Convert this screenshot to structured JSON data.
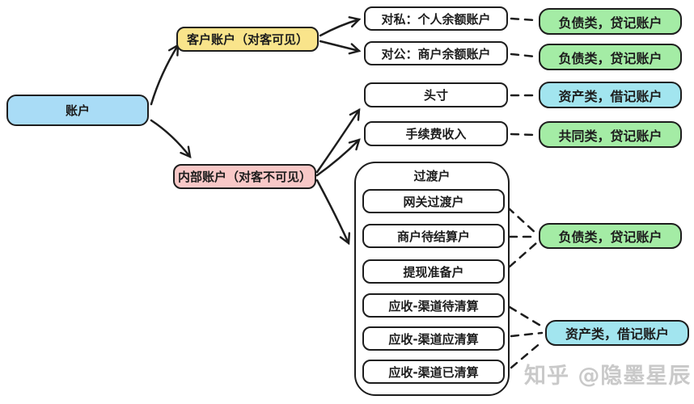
{
  "nodes": {
    "account": "账户",
    "customer_account": "客户账户（对客可见）",
    "internal_account": "内部账户（对客不可见）",
    "personal_balance": "对私：个人余额账户",
    "merchant_balance": "对公：商户余额账户",
    "position": "头寸",
    "fee_income": "手续费收入",
    "transition_group": "过渡户",
    "gateway_transition": "网关过渡户",
    "merchant_pending_settlement": "商户待结算户",
    "withdrawal_reserve": "提现准备户",
    "receivable_channel_pending": "应收-渠道待清算",
    "receivable_channel_due": "应收-渠道应清算",
    "receivable_channel_cleared": "应收-渠道已清算"
  },
  "classifications": {
    "liability_credit_personal": "负债类，贷记账户",
    "liability_credit_merchant": "负债类，贷记账户",
    "asset_debit_position": "资产类，借记账户",
    "common_credit_fee": "共同类，贷记账户",
    "liability_credit_transition": "负债类，贷记账户",
    "asset_debit_receivable": "资产类，借记账户"
  },
  "edges": [
    {
      "from": "account",
      "to": "customer_account",
      "style": "arrow"
    },
    {
      "from": "account",
      "to": "internal_account",
      "style": "arrow"
    },
    {
      "from": "customer_account",
      "to": "personal_balance",
      "style": "arrow"
    },
    {
      "from": "customer_account",
      "to": "merchant_balance",
      "style": "arrow"
    },
    {
      "from": "internal_account",
      "to": "position",
      "style": "arrow"
    },
    {
      "from": "internal_account",
      "to": "fee_income",
      "style": "arrow"
    },
    {
      "from": "internal_account",
      "to": "transition_group",
      "style": "arrow"
    },
    {
      "from": "personal_balance",
      "to": "liability_credit_personal",
      "style": "dashed"
    },
    {
      "from": "merchant_balance",
      "to": "liability_credit_merchant",
      "style": "dashed"
    },
    {
      "from": "position",
      "to": "asset_debit_position",
      "style": "dashed"
    },
    {
      "from": "fee_income",
      "to": "common_credit_fee",
      "style": "dashed"
    },
    {
      "from": "gateway_transition",
      "to": "liability_credit_transition",
      "style": "dashed"
    },
    {
      "from": "merchant_pending_settlement",
      "to": "liability_credit_transition",
      "style": "dashed"
    },
    {
      "from": "withdrawal_reserve",
      "to": "liability_credit_transition",
      "style": "dashed"
    },
    {
      "from": "receivable_channel_pending",
      "to": "asset_debit_receivable",
      "style": "dashed"
    },
    {
      "from": "receivable_channel_due",
      "to": "asset_debit_receivable",
      "style": "dashed"
    },
    {
      "from": "receivable_channel_cleared",
      "to": "asset_debit_receivable",
      "style": "dashed"
    }
  ],
  "watermark": "知乎 @隐墨星辰",
  "colors": {
    "blue": "#a9dcf6",
    "yellow": "#f9e48b",
    "pink": "#f8c8c7",
    "green": "#a4eca5",
    "cyan": "#a2e5ef",
    "stroke": "#1d1d1d",
    "watermark": "#c9c9c9"
  }
}
